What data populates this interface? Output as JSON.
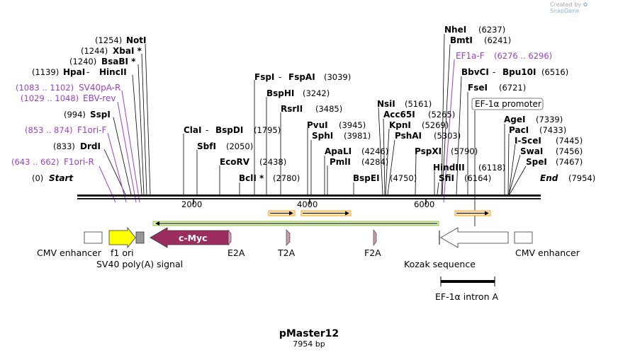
{
  "credit": {
    "prefix": "Created by",
    "brand": "SnapGene"
  },
  "map": {
    "name": "pMaster12",
    "length": "7954 bp"
  },
  "ruler": {
    "ticks": [
      "2000",
      "4000",
      "6000"
    ]
  },
  "ends": {
    "start": {
      "pos": "(0)",
      "name": "Start"
    },
    "end": {
      "name": "End",
      "pos": "(7954)"
    }
  },
  "sites_left": [
    {
      "pos": "(1254)",
      "name": "NotI"
    },
    {
      "pos": "(1244)",
      "name": "XbaI *"
    },
    {
      "pos": "(1240)",
      "name": "BsaBI *"
    },
    {
      "pos": "(1139)",
      "name": "HpaI",
      "sep": " - ",
      "name2": "HincII"
    },
    {
      "pos": "(1083 .. 1102)",
      "name": "SV40pA-R",
      "purple": true
    },
    {
      "pos": "(1029 .. 1048)",
      "name": "EBV-rev",
      "purple": true
    },
    {
      "pos": "(994)",
      "name": "SspI"
    },
    {
      "pos": "(853 .. 874)",
      "name": "F1ori-F",
      "purple": true
    },
    {
      "pos": "(833)",
      "name": "DrdI"
    },
    {
      "pos": "(643 .. 662)",
      "name": "F1ori-R",
      "purple": true
    }
  ],
  "sites_mid": [
    {
      "name": "FspI",
      "sep": " - ",
      "name2": "FspAI",
      "pos": "(3039)"
    },
    {
      "name": "BspHI",
      "pos": "(3242)"
    },
    {
      "name": "RsrII",
      "pos": "(3485)"
    },
    {
      "name": "ClaI",
      "sep": " - ",
      "name2": "BspDI",
      "pos": "(1795)"
    },
    {
      "name": "SbfI",
      "pos": "(2050)"
    },
    {
      "name": "EcoRV",
      "pos": "(2438)"
    },
    {
      "name": "BclI *",
      "pos": "(2780)"
    },
    {
      "name": "PvuI",
      "pos": "(3945)"
    },
    {
      "name": "SphI",
      "pos": "(3981)"
    },
    {
      "name": "ApaLI",
      "pos": "(4246)"
    },
    {
      "name": "PmlI",
      "pos": "(4284)"
    },
    {
      "name": "BspEI",
      "pos": "(4750)"
    },
    {
      "name": "NsiI",
      "pos": "(5161)"
    },
    {
      "name": "Acc65I",
      "pos": "(5265)"
    },
    {
      "name": "KpnI",
      "pos": "(5269)"
    },
    {
      "name": "PshAI",
      "pos": "(5303)"
    },
    {
      "name": "PspXI",
      "pos": "(5790)"
    },
    {
      "name": "HindIII",
      "pos": "(6118)"
    },
    {
      "name": "SfiI",
      "pos": "(6164)"
    }
  ],
  "sites_right": [
    {
      "name": "NheI",
      "pos": "(6237)"
    },
    {
      "name": "BmtI",
      "pos": "(6241)"
    },
    {
      "name": "EF1a-F",
      "pos": "(6276 .. 6296)",
      "purple": true
    },
    {
      "name": "BbvCI",
      "sep": " - ",
      "name2": "Bpu10I",
      "pos": "(6516)"
    },
    {
      "name": "FseI",
      "pos": "(6721)"
    },
    {
      "name": "AgeI",
      "pos": "(7339)"
    },
    {
      "name": "PacI",
      "pos": "(7433)"
    },
    {
      "name": "I-SceI",
      "pos": "(7445)"
    },
    {
      "name": "SwaI",
      "pos": "(7456)"
    },
    {
      "name": "SpeI",
      "pos": "(7467)"
    }
  ],
  "promoter_box": "EF-1α promoter",
  "features": {
    "cmyc": "c-Myc",
    "cmv_left": "CMV enhancer",
    "f1ori": "f1 ori",
    "sv40": "SV40 poly(A) signal",
    "e2a": "E2A",
    "t2a": "T2A",
    "f2a": "F2A",
    "kozak": "Kozak sequence",
    "cmv_right": "CMV enhancer",
    "intron": "EF-1α intron A"
  },
  "colors": {
    "backbone": "#1a1a1a",
    "primer": "#9b3fc7",
    "cmyc": "#9b2e5f",
    "f1ori": "#ffff00",
    "orf_orange": "#f5a623",
    "orf_green": "#8cc63f"
  }
}
